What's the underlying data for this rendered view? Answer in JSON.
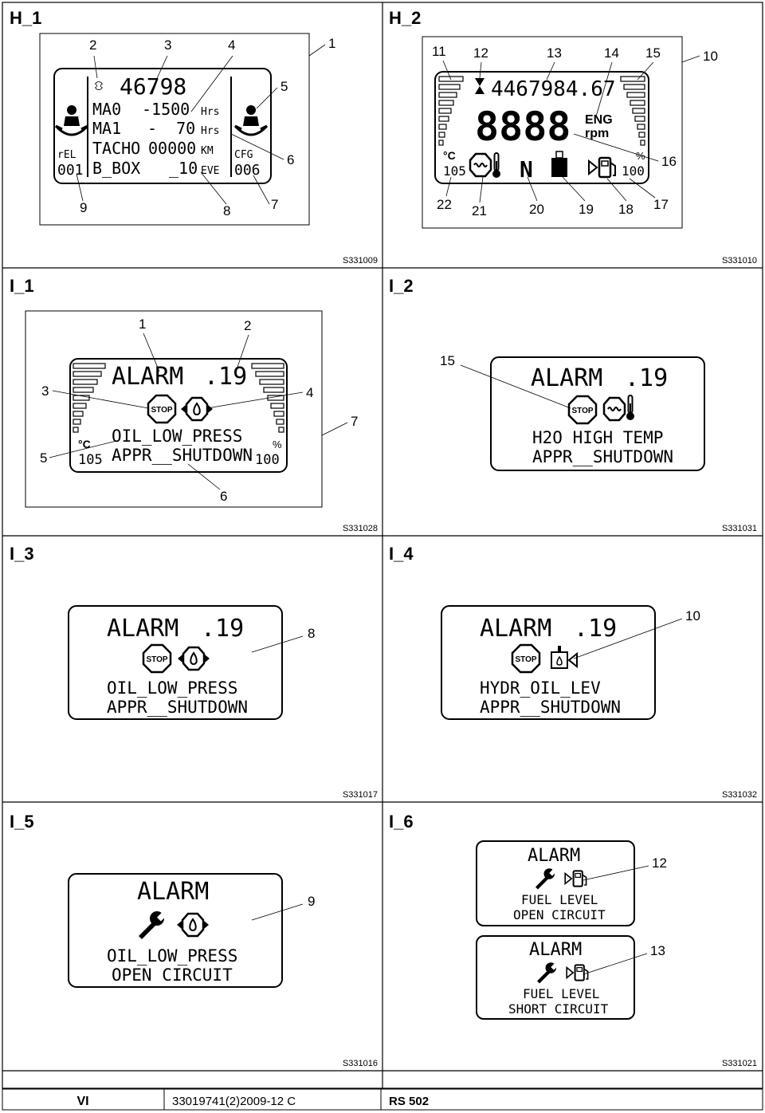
{
  "panels": {
    "h1": {
      "tag": "H_1",
      "code": "S331009",
      "callouts": [
        "1",
        "2",
        "3",
        "4",
        "5",
        "6",
        "7",
        "8",
        "9"
      ],
      "display": {
        "line0": "46798",
        "line1a": "MA0",
        "line1b": "-1500",
        "line1u": "Hrs",
        "line2a": "MA1",
        "line2b": "-  70",
        "line2u": "Hrs",
        "line3a": "TACHO",
        "line3b": "00000",
        "line3u": "KM",
        "line4a": "B_BOX",
        "line4b": "_10",
        "line4u": "EVE",
        "rel_label": "rEL",
        "rel_value": "001",
        "cfg_label": "CFG",
        "cfg_value": "006"
      }
    },
    "h2": {
      "tag": "H_2",
      "code": "S331010",
      "callouts": [
        "11",
        "12",
        "13",
        "14",
        "15",
        "10",
        "16",
        "17",
        "22",
        "21",
        "20",
        "19",
        "18"
      ],
      "display": {
        "hours": "4467984.67",
        "rpm": "8888",
        "eng": "ENG",
        "rpm_unit": "rpm",
        "temp_unit": "°C",
        "temp_value": "105",
        "gear": "N",
        "pct_unit": "%",
        "pct_value": "100"
      }
    },
    "i1": {
      "tag": "I_1",
      "code": "S331028",
      "callouts": [
        "1",
        "2",
        "3",
        "4",
        "5",
        "6",
        "7"
      ],
      "display": {
        "alarm": "ALARM",
        "num": ".19",
        "line1": "OIL_LOW_PRESS",
        "line2": "APPR__SHUTDOWN",
        "temp_unit": "°C",
        "temp_value": "105",
        "pct_unit": "%",
        "pct_value": "100",
        "stop": "STOP"
      }
    },
    "i2": {
      "tag": "I_2",
      "code": "S331031",
      "callouts": [
        "15"
      ],
      "display": {
        "alarm": "ALARM",
        "num": ".19",
        "line1": "H2O HIGH TEMP",
        "line2": "APPR__SHUTDOWN",
        "stop": "STOP"
      }
    },
    "i3": {
      "tag": "I_3",
      "code": "S331017",
      "callouts": [
        "8"
      ],
      "display": {
        "alarm": "ALARM",
        "num": ".19",
        "line1": "OIL_LOW_PRESS",
        "line2": "APPR__SHUTDOWN",
        "stop": "STOP"
      }
    },
    "i4": {
      "tag": "I_4",
      "code": "S331032",
      "callouts": [
        "10"
      ],
      "display": {
        "alarm": "ALARM",
        "num": ".19",
        "line1": "HYDR_OIL_LEV",
        "line2": "APPR__SHUTDOWN",
        "stop": "STOP"
      }
    },
    "i5": {
      "tag": "I_5",
      "code": "S331016",
      "callouts": [
        "9"
      ],
      "display": {
        "alarm": "ALARM",
        "line1": "OIL_LOW_PRESS",
        "line2": "OPEN CIRCUIT"
      }
    },
    "i6": {
      "tag": "I_6",
      "code": "S331021",
      "callouts": [
        "12",
        "13"
      ],
      "display_a": {
        "alarm": "ALARM",
        "line1": "FUEL LEVEL",
        "line2": "OPEN CIRCUIT"
      },
      "display_b": {
        "alarm": "ALARM",
        "line1": "FUEL LEVEL",
        "line2": "SHORT CIRCUIT"
      }
    }
  },
  "footer": {
    "section": "VI",
    "doc": "33019741(2)2009-12 C",
    "model": "RS 502"
  }
}
